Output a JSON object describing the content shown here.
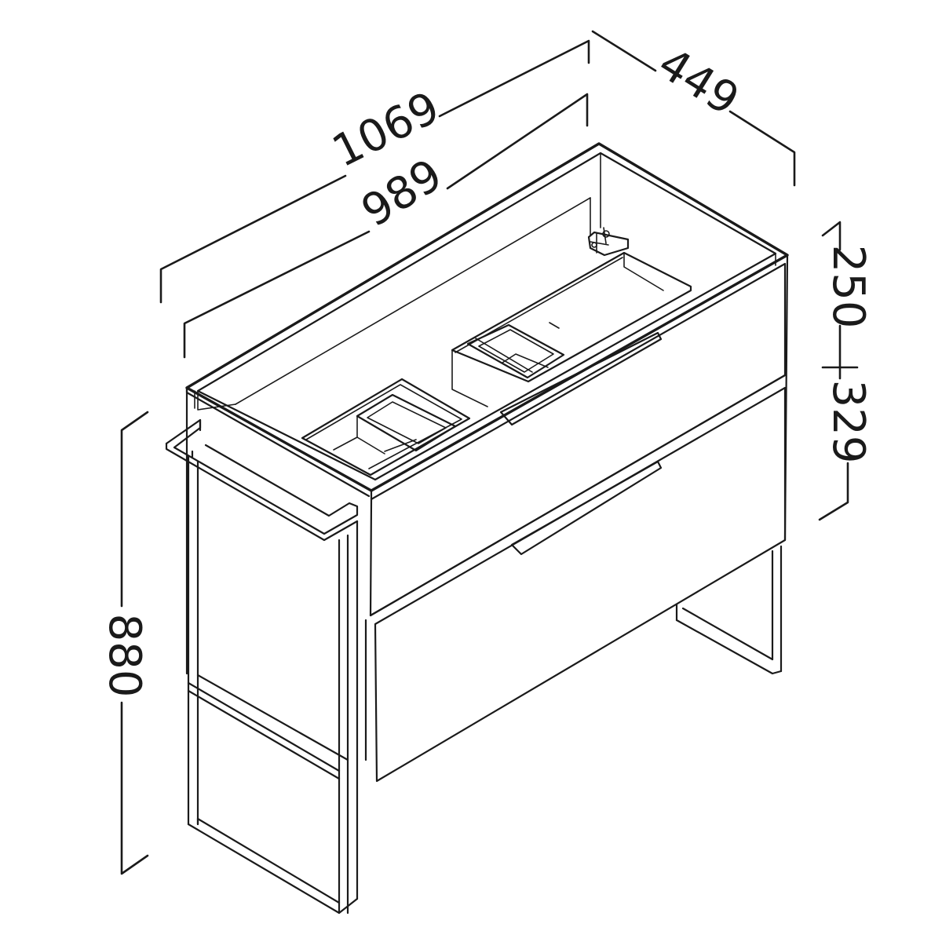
{
  "dimensions": {
    "overall_width": "1069",
    "inner_width": "989",
    "depth": "449",
    "upper_drawer_height": "250",
    "lower_drawer_height": "329",
    "overall_height": "880"
  },
  "colors": {
    "line": "#1a1a1a",
    "background": "#ffffff"
  }
}
